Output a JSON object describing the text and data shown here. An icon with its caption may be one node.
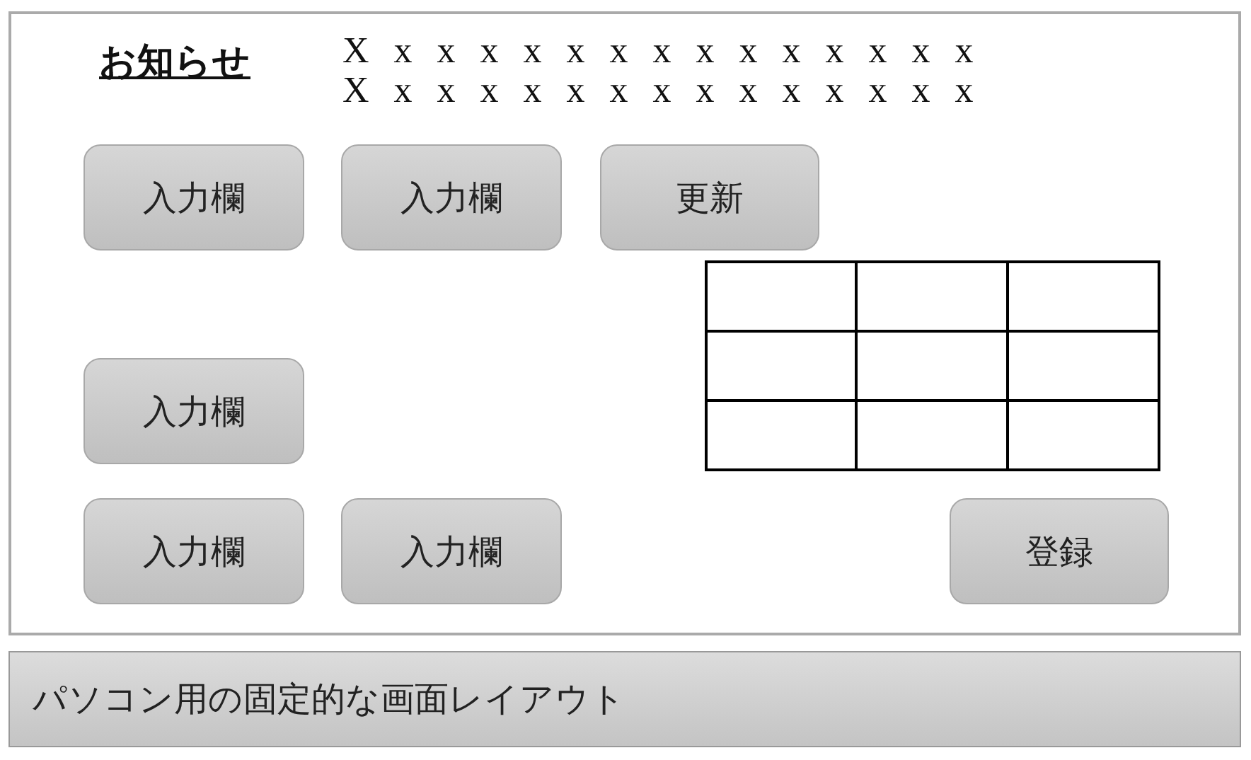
{
  "diagram": {
    "nodes": [
      {
        "text": [],
        "shape": "box"
      },
      {
        "text": [
          "入力欄"
        ],
        "in": 0
      },
      {
        "text": [
          "入力欄"
        ],
        "in": 0
      },
      {
        "text": [
          "更新"
        ],
        "in": 0
      },
      {
        "text": [
          "入力欄"
        ],
        "in": 0
      },
      {
        "text": [
          "入力欄"
        ],
        "in": 0
      },
      {
        "text": [
          "入力欄"
        ],
        "in": 0
      },
      {
        "text": [
          "登録"
        ],
        "in": 0
      },
      {
        "text": [
          "パソコン用の固定的な画面レイアウト"
        ]
      }
    ],
    "labels": [
      "お知らせ",
      "X x x x x x x x x x x x x x x",
      "X x x x x x x x x x x x x x x"
    ]
  }
}
